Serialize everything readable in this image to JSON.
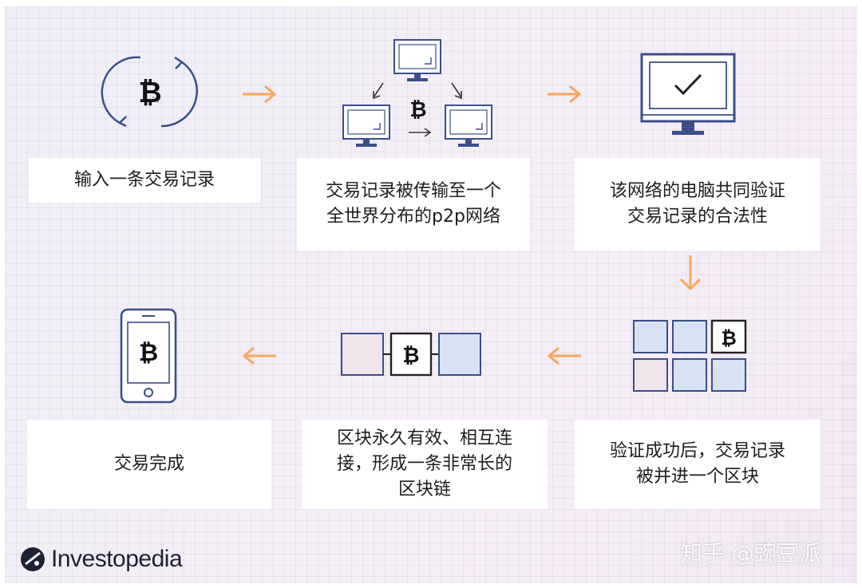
{
  "colors": {
    "arrow": "#f7a85c",
    "icon_stroke": "#3a4f8a",
    "box_fill": "#d8e3f2",
    "box_fill_alt": "#f1e3ea",
    "ink": "#1d1d1f"
  },
  "steps": [
    {
      "lines": [
        "输入一条交易记录"
      ],
      "icon": "bitcoin-cycle-icon"
    },
    {
      "lines": [
        "交易记录被传输至一个",
        "全世界分布的p2p网络"
      ],
      "icon": "p2p-network-icon"
    },
    {
      "lines": [
        "该网络的电脑共同验证",
        "交易记录的合法性"
      ],
      "icon": "monitor-check-icon"
    },
    {
      "lines": [
        "验证成功后，交易记录",
        "被并进一个区块"
      ],
      "icon": "block-grid-icon"
    },
    {
      "lines": [
        "区块永久有效、相互连",
        "接，形成一条非常长的",
        "区块链"
      ],
      "icon": "chain-blocks-icon"
    },
    {
      "lines": [
        "交易完成"
      ],
      "icon": "phone-bitcoin-icon"
    }
  ],
  "bitcoin_symbol": "₿",
  "brand": {
    "name": "Investopedia",
    "logo_icon": "investopedia-logo-icon"
  },
  "watermark": "知乎 @豌豆派"
}
